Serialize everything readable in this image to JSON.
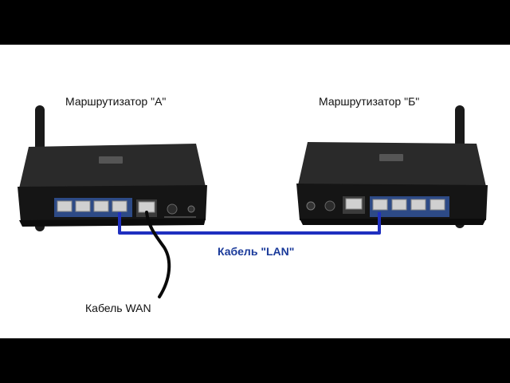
{
  "labels": {
    "router_a": "Маршрутизатор \"А\"",
    "router_b": "Маршрутизатор \"Б\"",
    "lan_cable": "Кабель \"LAN\"",
    "wan_cable": "Кабель WAN"
  },
  "colors": {
    "letterbox": "#000000",
    "background": "#ffffff",
    "router_body": "#1c1c1c",
    "lan_cable": "#1f2fbf",
    "wan_cable": "#0a0a0a",
    "port_panel": "#2d4a86"
  },
  "icons": [
    "router-a-icon",
    "router-b-icon",
    "antenna-icon",
    "ethernet-port-icon",
    "power-jack-icon"
  ]
}
